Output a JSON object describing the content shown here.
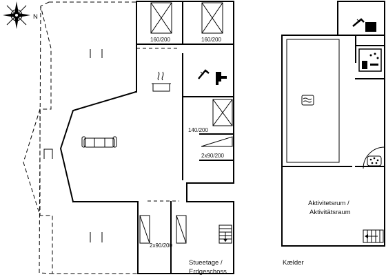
{
  "compass": {
    "north_label": "N"
  },
  "ground_floor": {
    "caption_line1": "Stueetage /",
    "caption_line2": "Erdgeschoss",
    "beds": [
      "160/200",
      "160/200",
      "140/200",
      "2x90/200",
      "2x90/200"
    ]
  },
  "basement": {
    "caption": "Kælder",
    "room_line1": "Aktivitetsrum /",
    "room_line2": "Aktivitätsraum"
  },
  "icons": [
    "compass-icon",
    "kitchen-pot-icon",
    "sofa-icon",
    "shower-icon",
    "toilet-icon",
    "stairs-icon",
    "pool-icon",
    "sauna-icon",
    "whirlpool-icon"
  ]
}
